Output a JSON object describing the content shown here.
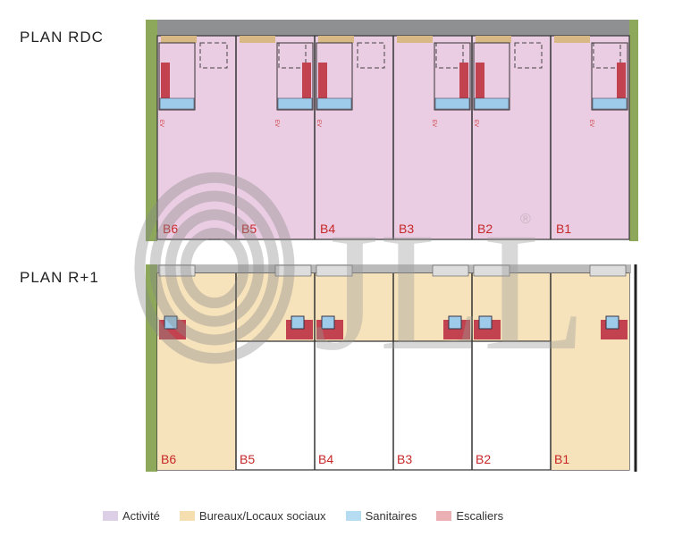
{
  "titles": {
    "rdc": "PLAN RDC",
    "r1": "PLAN R+1"
  },
  "bays": [
    "B6",
    "B5",
    "B4",
    "B3",
    "B2",
    "B1"
  ],
  "elevator_label": "EV",
  "watermark": {
    "text": "JLL",
    "mark": "®"
  },
  "legend": [
    {
      "label": "Activité",
      "color": "#ddd0e6"
    },
    {
      "label": "Bureaux/Locaux sociaux",
      "color": "#f5dfb0"
    },
    {
      "label": "Sanitaires",
      "color": "#b6dcf2"
    },
    {
      "label": "Escaliers",
      "color": "#eab0b4"
    }
  ],
  "colors": {
    "activite": "#ebcde3",
    "bureaux": "#f7e3bb",
    "grass": "#8da85a",
    "road": "#8f9092",
    "stair": "#c2434f",
    "sanitaire": "#9fcbea"
  }
}
